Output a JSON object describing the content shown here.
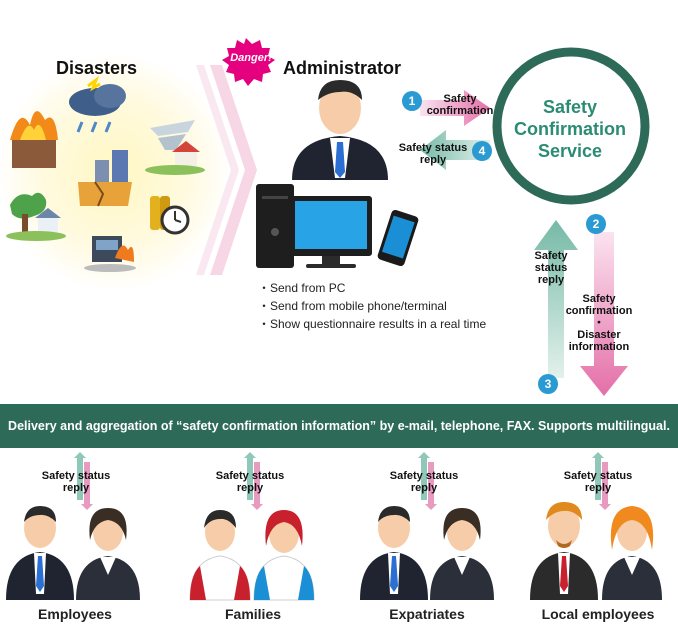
{
  "left": {
    "title": "Disasters"
  },
  "admin": {
    "badge": "Danger!",
    "title": "Administrator",
    "bullets": [
      "・Send from PC",
      "・Send from mobile phone/terminal",
      "・Show questionnaire results in a real time"
    ]
  },
  "service": {
    "line1": "Safety",
    "line2": "Confirmation",
    "line3": "Service"
  },
  "flows": {
    "step1": {
      "num": "1",
      "line1": "Safety",
      "line2": "confirmation"
    },
    "step4": {
      "num": "4",
      "line1": "Safety status",
      "line2": "reply"
    },
    "step2": {
      "num": "2",
      "line1": "Safety",
      "line2": "confirmation",
      "dot": "・",
      "line3": "Disaster",
      "line4": "information"
    },
    "step3": {
      "num": "3",
      "line1": "Safety",
      "line2": "status",
      "line3": "reply"
    }
  },
  "band": {
    "text": "Delivery and aggregation of “safety confirmation information” by e-mail, telephone, FAX. Supports multilingual."
  },
  "groups": [
    {
      "reply1": "Safety status",
      "reply2": "reply",
      "label": "Employees"
    },
    {
      "reply1": "Safety status",
      "reply2": "reply",
      "label": "Families"
    },
    {
      "reply1": "Safety status",
      "reply2": "reply",
      "label": "Expatriates"
    },
    {
      "reply1": "Safety status",
      "reply2": "reply",
      "label": "Local employees"
    }
  ],
  "colors": {
    "band": "#2d6a57",
    "service_ring": "#2d6a57",
    "service_text": "#2c8c73",
    "pink_arrow": "#e89ac0",
    "teal_arrow": "#8fc8b8",
    "step_circle": "#2a9ad3",
    "badge": "#e4007f"
  }
}
